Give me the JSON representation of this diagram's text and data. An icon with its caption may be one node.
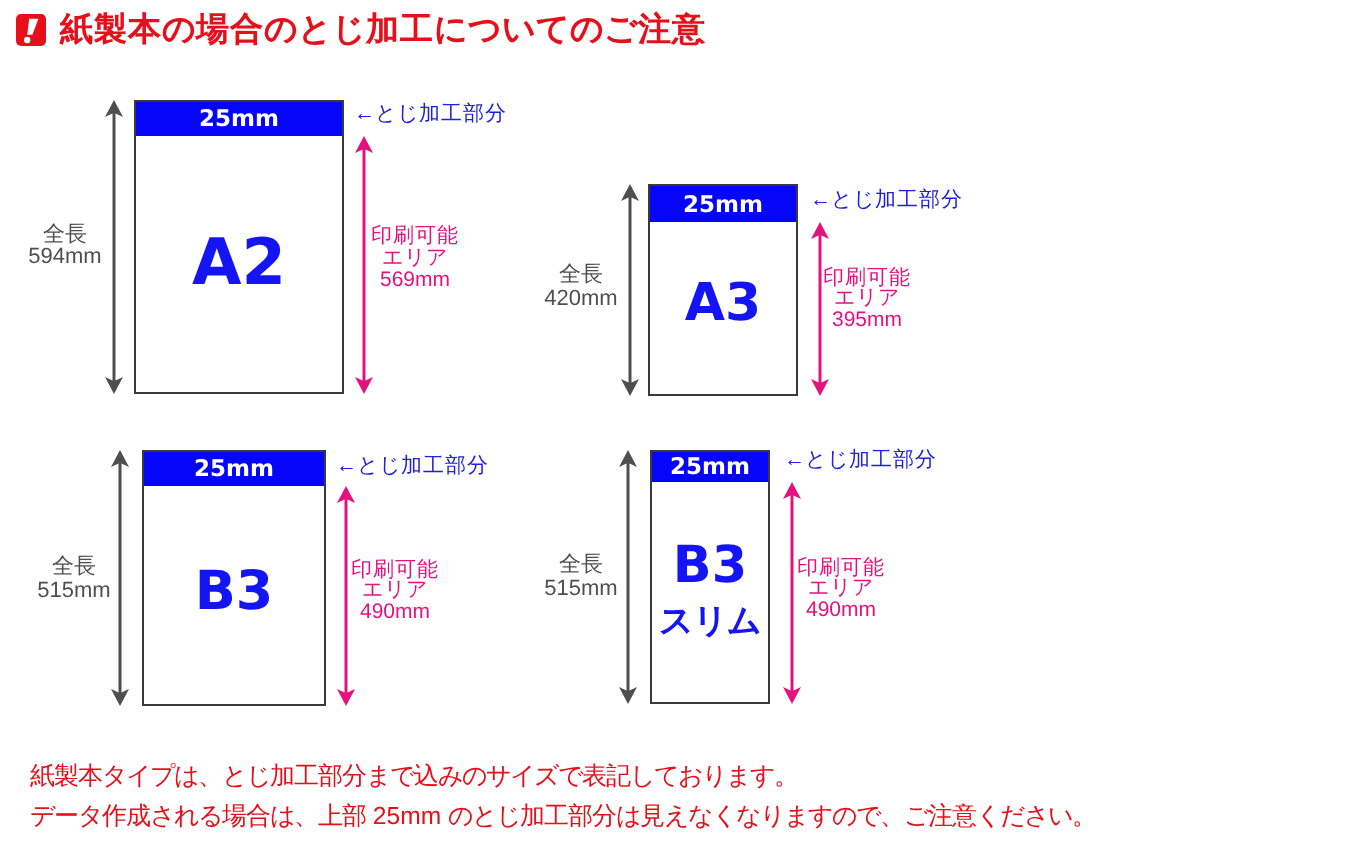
{
  "diagram": {
    "title": "紙製本の場合のとじ加工についてのご注意",
    "nodes": [
      {
        "text": [
          "A2"
        ],
        "beside": [
          "全長594mm",
          "印刷可能エリア569mm"
        ]
      },
      {
        "text": [
          "25mm"
        ],
        "in": 0,
        "beside": [
          "←とじ加工部分"
        ]
      },
      {
        "text": [
          "A3"
        ],
        "beside": [
          "全長420mm",
          "印刷可能エリア395mm"
        ]
      },
      {
        "text": [
          "25mm"
        ],
        "in": 2,
        "beside": [
          "←とじ加工部分"
        ]
      },
      {
        "text": [
          "B3"
        ],
        "beside": [
          "全長515mm",
          "印刷可能エリア490mm"
        ]
      },
      {
        "text": [
          "25mm"
        ],
        "in": 4,
        "beside": [
          "←とじ加工部分"
        ]
      },
      {
        "text": [
          "B3スリム"
        ],
        "beside": [
          "全長515mm",
          "印刷可能エリア490mm"
        ]
      },
      {
        "text": [
          "25mm"
        ],
        "in": 6,
        "beside": [
          "←とじ加工部分"
        ]
      }
    ],
    "labels": [
      "紙製本タイプは、とじ加工部分まで込みのサイズで表記しております。",
      "データ作成される場合は、上部 25mm のとじ加工部分は見えなくなりますので、ご注意ください。"
    ]
  }
}
